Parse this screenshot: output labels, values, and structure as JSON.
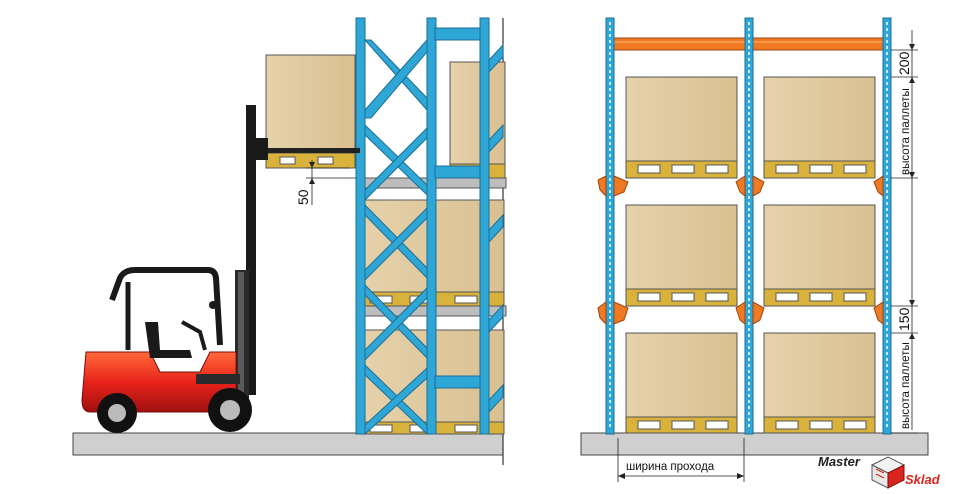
{
  "left_view": {
    "clearance_label": "50"
  },
  "right_view": {
    "top_clearance_label": "200",
    "mid_clearance_label": "150",
    "upper_pallet_height_label": "высота паллеты",
    "lower_pallet_height_label": "высота паллеты",
    "aisle_width_label": "ширина прохода"
  },
  "brand": {
    "part1": "Master",
    "part2": "Sklad",
    "part1_color": "#222222",
    "part2_color": "#d9251d"
  },
  "colors": {
    "upright_blue": "#2ea6d6",
    "beam_orange": "#f07a22",
    "box": "#dfc9a0",
    "pallet": "#d8b23a",
    "forklift_red": "#e8231a",
    "floor": "#cfcfcf"
  }
}
